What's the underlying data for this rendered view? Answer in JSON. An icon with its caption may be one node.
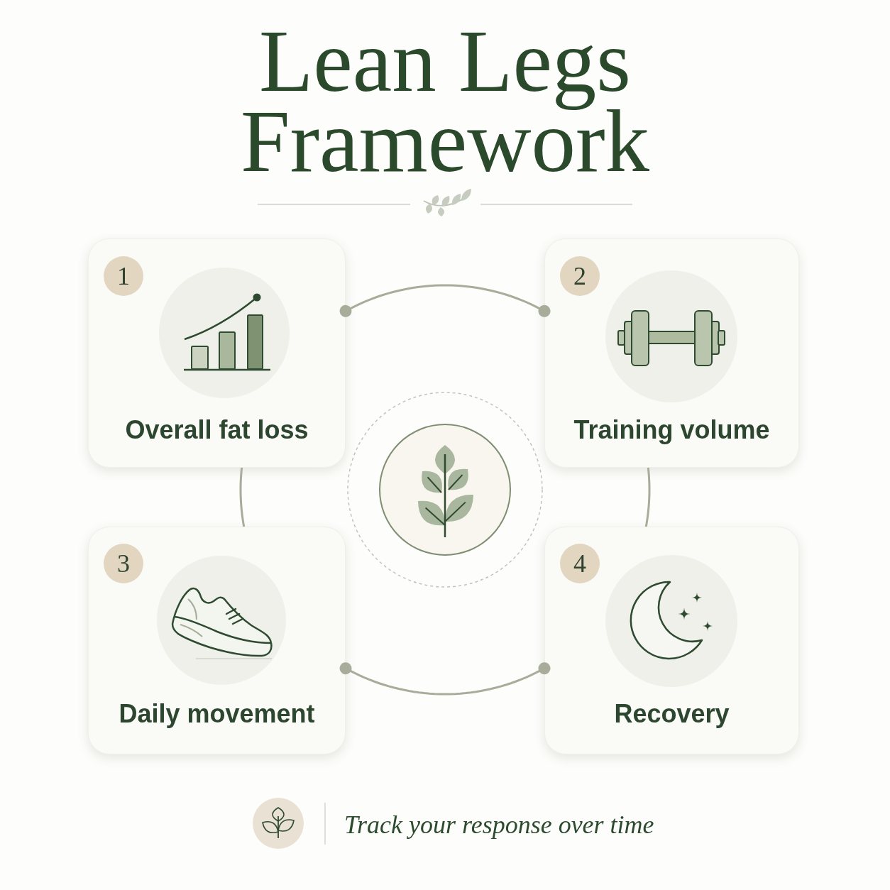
{
  "diagram": {
    "title": "Lean Legs Framework",
    "nodes": [
      {
        "text": [
          "Overall fat loss"
        ]
      },
      {
        "text": [
          "1"
        ],
        "in": 0
      },
      {
        "text": [
          "Training volume"
        ]
      },
      {
        "text": [
          "2"
        ],
        "in": 2
      },
      {
        "text": [
          "Daily movement"
        ]
      },
      {
        "text": [
          "3"
        ],
        "in": 4
      },
      {
        "text": [
          "Recovery"
        ]
      },
      {
        "text": [
          "4"
        ],
        "in": 6
      }
    ],
    "edges": [
      {
        "from": 0,
        "to": 2,
        "arrow": "other"
      },
      {
        "from": 2,
        "to": 6,
        "arrow": "none"
      },
      {
        "from": 6,
        "to": 4,
        "arrow": "other"
      },
      {
        "from": 4,
        "to": 0,
        "arrow": "none"
      }
    ],
    "labels": [
      "Track your response over time"
    ]
  }
}
